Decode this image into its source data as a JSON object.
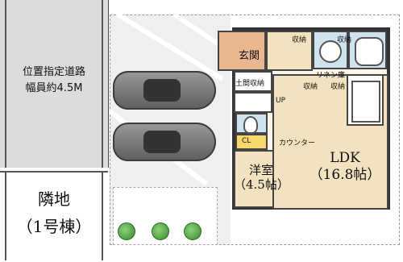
{
  "road": {
    "line1": "位置指定道路",
    "line2": "幅員約4.5M"
  },
  "neighbor": {
    "line1": "隣地",
    "line2": "（1号棟）"
  },
  "rooms": {
    "entrance": "玄関",
    "storage_top": "収納",
    "storage_top_right": "収納",
    "shoe_storage": "土間収納",
    "stairs_up": "UP",
    "storage_mid": "収納",
    "linen_storage": "リネン庫",
    "storage_mid_right": "収納",
    "counter": "カウンター",
    "cl": "CL",
    "ldk_name": "LDK",
    "ldk_size": "（16.8帖）",
    "yoshitsu_name": "洋室",
    "yoshitsu_size": "（4.5帖）"
  },
  "colors": {
    "floor": "#f2e2bf",
    "entrance": "#e9b78f",
    "water": "#cfe3ef",
    "storage": "#f7d86a",
    "road": "#dcdcdc",
    "tree": "#2f8a2a"
  },
  "icons": [
    "car-icon",
    "tree-icon",
    "toilet-icon",
    "bathtub-icon",
    "sink-icon",
    "kitchen-icon"
  ]
}
